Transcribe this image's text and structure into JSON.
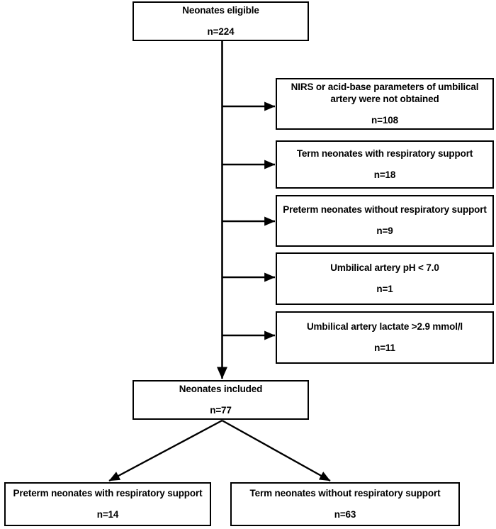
{
  "diagram": {
    "type": "flowchart",
    "orientation": "top-down",
    "line_color": "#000000",
    "box_fill": "#ffffff",
    "box_border_color": "#000000"
  },
  "root": {
    "label": "Neonates eligible",
    "count": "n=224"
  },
  "excluded": [
    {
      "label": "NIRS or acid-base parameters of umbilical artery were not obtained",
      "count": "n=108"
    },
    {
      "label": "Term neonates with respiratory support",
      "count": "n=18"
    },
    {
      "label": "Preterm neonates without respiratory support",
      "count": "n=9"
    },
    {
      "label": "Umbilical artery pH < 7.0",
      "count": "n=1"
    },
    {
      "label": "Umbilical artery lactate >2.9 mmol/l",
      "count": "n=11"
    }
  ],
  "included": {
    "label": "Neonates included",
    "count": "n=77"
  },
  "groups": [
    {
      "label": "Preterm neonates with respiratory support",
      "count": "n=14"
    },
    {
      "label": "Term neonates without respiratory support",
      "count": "n=63"
    }
  ]
}
